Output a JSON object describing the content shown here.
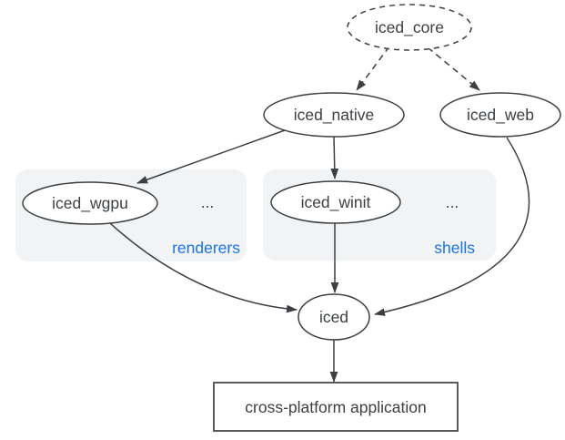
{
  "diagram": {
    "colors": {
      "background": "#ffffff",
      "line": "#3c4043",
      "text": "#3c4043",
      "group_fill": "#f1f3f4",
      "accent": "#1a73e8"
    },
    "nodes": {
      "iced_core": "iced_core",
      "iced_native": "iced_native",
      "iced_web": "iced_web",
      "iced_wgpu": "iced_wgpu",
      "iced_winit": "iced_winit",
      "iced": "iced",
      "app": "cross-platform application"
    },
    "groups": {
      "renderers": {
        "label": "renderers",
        "ellipsis": "..."
      },
      "shells": {
        "label": "shells",
        "ellipsis": "..."
      }
    },
    "edges": [
      {
        "from": "iced_core",
        "to": "iced_native",
        "style": "dashed"
      },
      {
        "from": "iced_core",
        "to": "iced_web",
        "style": "dashed"
      },
      {
        "from": "iced_native",
        "to": "iced_wgpu",
        "style": "solid"
      },
      {
        "from": "iced_native",
        "to": "iced_winit",
        "style": "solid"
      },
      {
        "from": "iced_wgpu",
        "to": "iced",
        "style": "solid"
      },
      {
        "from": "iced_winit",
        "to": "iced",
        "style": "solid"
      },
      {
        "from": "iced_web",
        "to": "iced",
        "style": "solid"
      },
      {
        "from": "iced",
        "to": "app",
        "style": "solid"
      }
    ]
  }
}
